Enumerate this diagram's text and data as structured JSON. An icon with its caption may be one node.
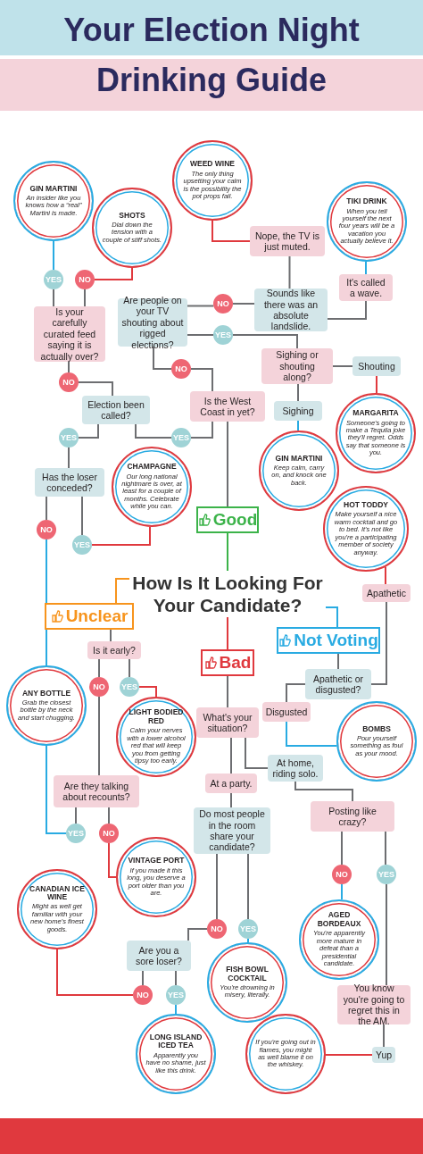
{
  "diagram": {
    "title": "Your Election Night Drinking Guide",
    "nodes": [
      {
        "text": [
          "GIN MARTINI",
          "An insider like you knows how a “real” Martini is made."
        ]
      },
      {
        "text": [
          "WEED WINE",
          "The only thing upsetting your calm is the possibility the pot props fail."
        ]
      },
      {
        "text": [
          "SHOTS",
          "Dial down the tension with a couple of stiff shots."
        ]
      },
      {
        "text": [
          "TIKI DRINK",
          "When you tell yourself the next four years will be a vacation you actually believe it."
        ]
      },
      {
        "text": [
          "Nope, the TV is just muted."
        ]
      },
      {
        "text": [
          "It's called a wave."
        ]
      },
      {
        "text": [
          "YES"
        ]
      },
      {
        "text": [
          "NO"
        ]
      },
      {
        "text": [
          "Are people on your TV shouting about rigged elections?"
        ]
      },
      {
        "text": [
          "NO"
        ]
      },
      {
        "text": [
          "Sounds like there was an absolute landslide."
        ]
      },
      {
        "text": [
          "Is your carefully curated feed saying it is actually over?"
        ]
      },
      {
        "text": [
          "YES"
        ]
      },
      {
        "text": [
          "Sighing or shouting along?"
        ]
      },
      {
        "text": [
          "Shouting"
        ]
      },
      {
        "text": [
          "NO"
        ]
      },
      {
        "text": [
          "NO"
        ]
      },
      {
        "text": [
          "Election been called?"
        ]
      },
      {
        "text": [
          "Is the West Coast in yet?"
        ]
      },
      {
        "text": [
          "Sighing"
        ]
      },
      {
        "text": [
          "YES"
        ]
      },
      {
        "text": [
          "YES"
        ]
      },
      {
        "text": [
          "MARGARITA",
          "Someone's going to make a Tequila joke they'll regret. Odds say that someone is you."
        ]
      },
      {
        "text": [
          "Has the loser conceded?"
        ]
      },
      {
        "text": [
          "CHAMPAGNE",
          "Our long national nightmare is over, at least for a couple of months. Celebrate while you can."
        ]
      },
      {
        "text": [
          "GIN MARTINI",
          "Keep calm, carry on, and knock one back."
        ]
      },
      {
        "text": [
          "NO"
        ]
      },
      {
        "text": [
          "YES"
        ]
      },
      {
        "text": [
          "Good"
        ]
      },
      {
        "text": [
          "HOT TODDY",
          "Make yourself a nice warm cocktail and go to bed. It's not like you're a participating member of society anyway."
        ]
      },
      {
        "text": [
          "How Is It Looking For Your Candidate?"
        ]
      },
      {
        "text": [
          "Apathetic"
        ]
      },
      {
        "text": [
          "Unclear"
        ]
      },
      {
        "text": [
          "Not Voting"
        ]
      },
      {
        "text": [
          "Is it early?"
        ]
      },
      {
        "text": [
          "Bad"
        ]
      },
      {
        "text": [
          "Apathetic or disgusted?"
        ]
      },
      {
        "text": [
          "ANY BOTTLE",
          "Grab the closest bottle by the neck and start chugging."
        ]
      },
      {
        "text": [
          "NO"
        ]
      },
      {
        "text": [
          "YES"
        ]
      },
      {
        "text": [
          "LIGHT BODIED RED",
          "Calm your nerves with a lower alcohol red that will keep you from getting tipsy too early."
        ]
      },
      {
        "text": [
          "What's your situation?"
        ]
      },
      {
        "text": [
          "Disgusted"
        ]
      },
      {
        "text": [
          "BOMBS",
          "Pour yourself something as foul as your mood."
        ]
      },
      {
        "text": [
          "At home, riding solo."
        ]
      },
      {
        "text": [
          "At a party."
        ]
      },
      {
        "text": [
          "Are they talking about recounts?"
        ]
      },
      {
        "text": [
          "Posting like crazy?"
        ]
      },
      {
        "text": [
          "Do most people in the room share your candidate?"
        ]
      },
      {
        "text": [
          "YES"
        ]
      },
      {
        "text": [
          "NO"
        ]
      },
      {
        "text": [
          "VINTAGE PORT",
          "If you made it this long, you deserve a port older than you are."
        ]
      },
      {
        "text": [
          "NO"
        ]
      },
      {
        "text": [
          "YES"
        ]
      },
      {
        "text": [
          "CANADIAN ICE WINE",
          "Might as well get familiar with your new home's finest goods."
        ]
      },
      {
        "text": [
          "NO"
        ]
      },
      {
        "text": [
          "YES"
        ]
      },
      {
        "text": [
          "AGED BORDEAUX",
          "You're apparently more mature in defeat than a presidential candidate."
        ]
      },
      {
        "text": [
          "Are you a sore loser?"
        ]
      },
      {
        "text": [
          "FISH BOWL COCKTAIL",
          "You're drowning in misery, literally."
        ]
      },
      {
        "text": [
          "You know you're going to regret this in the AM."
        ]
      },
      {
        "text": [
          "NO"
        ]
      },
      {
        "text": [
          "YES"
        ]
      },
      {
        "text": [
          "LONG ISLAND ICED TEA",
          "Apparently you have no shame, just like this drink."
        ]
      },
      {
        "text": [
          "If you're going out in flames, you might as well blame it on the whiskey."
        ]
      },
      {
        "text": [
          "Yup"
        ]
      }
    ],
    "edges": [
      {
        "from": 30,
        "to": 28,
        "arrow": "none",
        "color": "#3cb34a"
      },
      {
        "from": 30,
        "to": 32,
        "arrow": "none",
        "color": "#f7941d"
      },
      {
        "from": 30,
        "to": 35,
        "arrow": "none",
        "color": "#e0393e"
      },
      {
        "from": 30,
        "to": 33,
        "arrow": "none",
        "color": "#29abe2"
      },
      {
        "from": 28,
        "to": 18,
        "arrow": "none"
      },
      {
        "from": 18,
        "to": 15,
        "arrow": "none"
      },
      {
        "from": 15,
        "to": 8,
        "arrow": "none"
      },
      {
        "from": 18,
        "to": 21,
        "arrow": "none"
      },
      {
        "from": 21,
        "to": 17,
        "arrow": "none"
      },
      {
        "from": 8,
        "to": 9,
        "arrow": "none"
      },
      {
        "from": 9,
        "to": 10,
        "arrow": "none"
      },
      {
        "from": 10,
        "to": 4,
        "arrow": "none"
      },
      {
        "from": 4,
        "to": 1,
        "arrow": "none",
        "color": "#e0393e"
      },
      {
        "from": 10,
        "to": 5,
        "arrow": "none"
      },
      {
        "from": 5,
        "to": 3,
        "arrow": "none",
        "color": "#29abe2"
      },
      {
        "from": 8,
        "to": 12,
        "arrow": "none"
      },
      {
        "from": 12,
        "to": 13,
        "arrow": "none"
      },
      {
        "from": 13,
        "to": 14,
        "arrow": "none"
      },
      {
        "from": 14,
        "to": 22,
        "arrow": "none",
        "color": "#e0393e"
      },
      {
        "from": 13,
        "to": 19,
        "arrow": "none"
      },
      {
        "from": 19,
        "to": 25,
        "arrow": "none",
        "color": "#29abe2"
      },
      {
        "from": 17,
        "to": 16,
        "arrow": "none"
      },
      {
        "from": 16,
        "to": 11,
        "arrow": "none"
      },
      {
        "from": 11,
        "to": 6,
        "arrow": "none"
      },
      {
        "from": 6,
        "to": 0,
        "arrow": "none",
        "color": "#29abe2"
      },
      {
        "from": 11,
        "to": 7,
        "arrow": "none"
      },
      {
        "from": 7,
        "to": 2,
        "arrow": "none",
        "color": "#e0393e"
      },
      {
        "from": 17,
        "to": 20,
        "arrow": "none"
      },
      {
        "from": 20,
        "to": 23,
        "arrow": "none"
      },
      {
        "from": 23,
        "to": 26,
        "arrow": "none"
      },
      {
        "from": 26,
        "to": 37,
        "arrow": "none",
        "color": "#29abe2"
      },
      {
        "from": 23,
        "to": 27,
        "arrow": "none"
      },
      {
        "from": 27,
        "to": 24,
        "arrow": "none",
        "color": "#e0393e"
      },
      {
        "from": 33,
        "to": 36,
        "arrow": "none"
      },
      {
        "from": 36,
        "to": 31,
        "arrow": "none"
      },
      {
        "from": 31,
        "to": 29,
        "arrow": "none",
        "color": "#e0393e"
      },
      {
        "from": 36,
        "to": 42,
        "arrow": "none"
      },
      {
        "from": 42,
        "to": 43,
        "arrow": "none",
        "color": "#29abe2"
      },
      {
        "from": 32,
        "to": 34,
        "arrow": "none"
      },
      {
        "from": 34,
        "to": 38,
        "arrow": "none"
      },
      {
        "from": 34,
        "to": 39,
        "arrow": "none"
      },
      {
        "from": 39,
        "to": 40,
        "arrow": "none",
        "color": "#e0393e"
      },
      {
        "from": 38,
        "to": 46,
        "arrow": "none"
      },
      {
        "from": 46,
        "to": 49,
        "arrow": "none"
      },
      {
        "from": 49,
        "to": 37,
        "arrow": "none",
        "color": "#29abe2"
      },
      {
        "from": 46,
        "to": 50,
        "arrow": "none"
      },
      {
        "from": 50,
        "to": 51,
        "arrow": "none",
        "color": "#e0393e"
      },
      {
        "from": 35,
        "to": 41,
        "arrow": "none"
      },
      {
        "from": 41,
        "to": 45,
        "arrow": "none"
      },
      {
        "from": 41,
        "to": 44,
        "arrow": "none"
      },
      {
        "from": 45,
        "to": 48,
        "arrow": "none"
      },
      {
        "from": 44,
        "to": 47,
        "arrow": "none"
      },
      {
        "from": 48,
        "to": 55,
        "arrow": "none"
      },
      {
        "from": 48,
        "to": 56,
        "arrow": "none"
      },
      {
        "from": 56,
        "to": 59,
        "arrow": "none",
        "color": "#29abe2"
      },
      {
        "from": 55,
        "to": 58,
        "arrow": "none"
      },
      {
        "from": 58,
        "to": 61,
        "arrow": "none"
      },
      {
        "from": 61,
        "to": 54,
        "arrow": "none",
        "color": "#e0393e"
      },
      {
        "from": 58,
        "to": 62,
        "arrow": "none"
      },
      {
        "from": 62,
        "to": 63,
        "arrow": "none",
        "color": "#29abe2"
      },
      {
        "from": 47,
        "to": 52,
        "arrow": "none"
      },
      {
        "from": 52,
        "to": 57,
        "arrow": "none",
        "color": "#29abe2"
      },
      {
        "from": 47,
        "to": 53,
        "arrow": "none"
      },
      {
        "from": 53,
        "to": 60,
        "arrow": "none"
      },
      {
        "from": 60,
        "to": 65,
        "arrow": "none"
      },
      {
        "from": 65,
        "to": 64,
        "arrow": "none",
        "color": "#e0393e"
      }
    ]
  }
}
